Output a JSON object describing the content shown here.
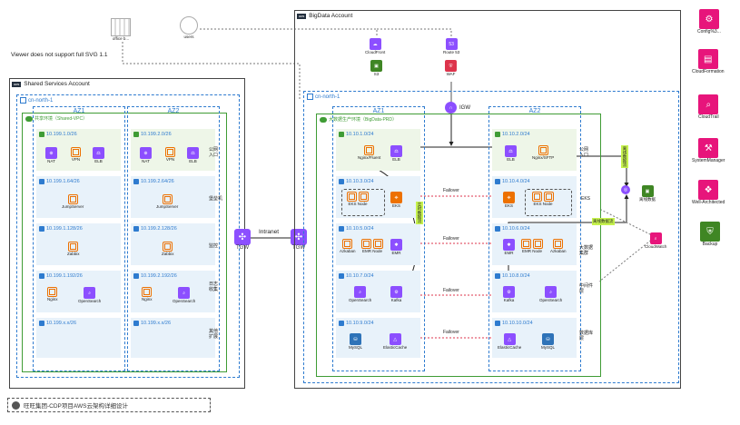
{
  "top": {
    "office_label": "office b...",
    "users_label": "users",
    "viewer_note": "Viewer does not support full SVG 1.1"
  },
  "shared": {
    "account_title": "Shared Services Account",
    "region_label": "cn-north-1",
    "vpc_label": "共享环境（Shared-VPC）",
    "az1": "AZ1",
    "az2": "AZ2",
    "az1_subnets": [
      "10.199.1.0/26",
      "10.199.1.64/26",
      "10.199.1.128/26",
      "10.199.1.192/26",
      "10.199.x.x/26"
    ],
    "az2_subnets": [
      "10.199.2.0/26",
      "10.199.2.64/26",
      "10.199.2.128/26",
      "10.199.2.192/26",
      "10.199.x.x/26"
    ],
    "row1_icons": [
      "NAT",
      "VPN",
      "ELB"
    ],
    "row2_icons": [
      "JumpServer"
    ],
    "row3_icons": [
      "Zabbix"
    ],
    "row4_icons": [
      "Nginx",
      "OpenSearch"
    ],
    "side_labels": [
      "公网\n入口",
      "堡垒机",
      "监控",
      "日志\n收集",
      "其他\n扩展"
    ]
  },
  "middle": {
    "tgw_left": "TGW",
    "tgw_right": "TGW",
    "intranet": "Intranet"
  },
  "bigdata": {
    "account_title": "BigData Account",
    "cloudfront": "CloudFront",
    "s3": "S3",
    "route53": "Route 53",
    "waf": "WAF",
    "igw": "IGW",
    "region_label": "cn-north-1",
    "vpc_label": "大数据生产环境（BigData-PRD）",
    "az1": "AZ1",
    "az2": "AZ2",
    "az1_subnets": [
      "10.10.1.0/24",
      "10.10.3.0/24",
      "10.10.5.0/24",
      "10.10.7.0/24",
      "10.10.9.0/24"
    ],
    "az2_subnets": [
      "10.10.2.0/24",
      "10.10.4.0/24",
      "10.10.6.0/24",
      "10.10.8.0/24",
      "10.10.10.0/24"
    ],
    "az1_row1": [
      "Nginx/Fluent",
      "ELB"
    ],
    "az2_row1": [
      "ELB",
      "Nginx/SFTP"
    ],
    "az1_row2": [
      "EKS Node",
      "EKS"
    ],
    "az2_row2": [
      "EKS",
      "EKS Node"
    ],
    "az1_row3": [
      "Azkaban",
      "EMR Node",
      "EMR"
    ],
    "az2_row3": [
      "EMR",
      "EMR Node",
      "Azkaban"
    ],
    "az1_row4": [
      "OpenSearch",
      "Kafka"
    ],
    "az2_row4": [
      "Kafka",
      "OpenSearch"
    ],
    "az1_row5": [
      "MySQL",
      "ElasticCache"
    ],
    "az2_row5": [
      "ElasticCache",
      "MySQL"
    ],
    "failover": "Failover",
    "side_labels": [
      "公网\n入口",
      "EKS",
      "大数据\n集群",
      "中间件\n层",
      "数据库\n层"
    ],
    "realtime": "实时数据流",
    "offline_data": "离线数据",
    "offline_stream": "离线数据流",
    "cloudwatch": "CloudWatch"
  },
  "legend": [
    "Config%3...",
    "CloudFormation",
    "CloudTrail",
    "SystemManager",
    "Well-Architected",
    "Backup"
  ],
  "footer": "旺旺集团-CDP项目AWS云架构详细设计"
}
